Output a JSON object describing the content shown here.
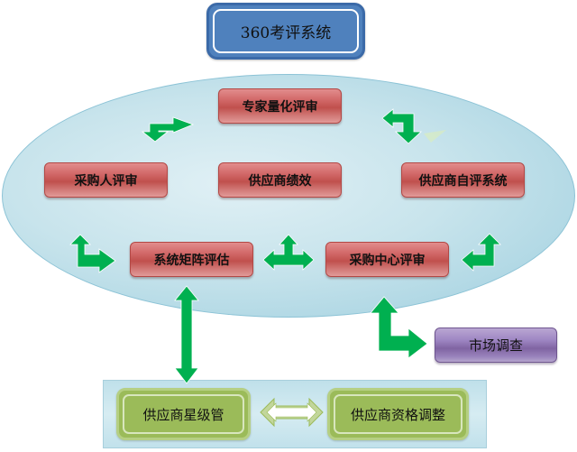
{
  "title": "360考评系统",
  "nodes": {
    "expert_review": "专家量化评审",
    "buyer_review": "采购人评审",
    "supplier_performance": "供应商绩效",
    "supplier_self_eval": "供应商自评系统",
    "matrix_eval": "系统矩阵评估",
    "procurement_center_review": "采购中心评审",
    "market_research": "市场调查",
    "star_management": "供应商星级管",
    "qualification_adjust": "供应商资格调整"
  },
  "colors": {
    "title_fill": "#4f81bd",
    "ellipse_fill": "#c8e4ec",
    "review_node": "#c0504d",
    "market_node": "#8064a2",
    "management_node": "#9bbb59",
    "arrow": "#00b050"
  }
}
